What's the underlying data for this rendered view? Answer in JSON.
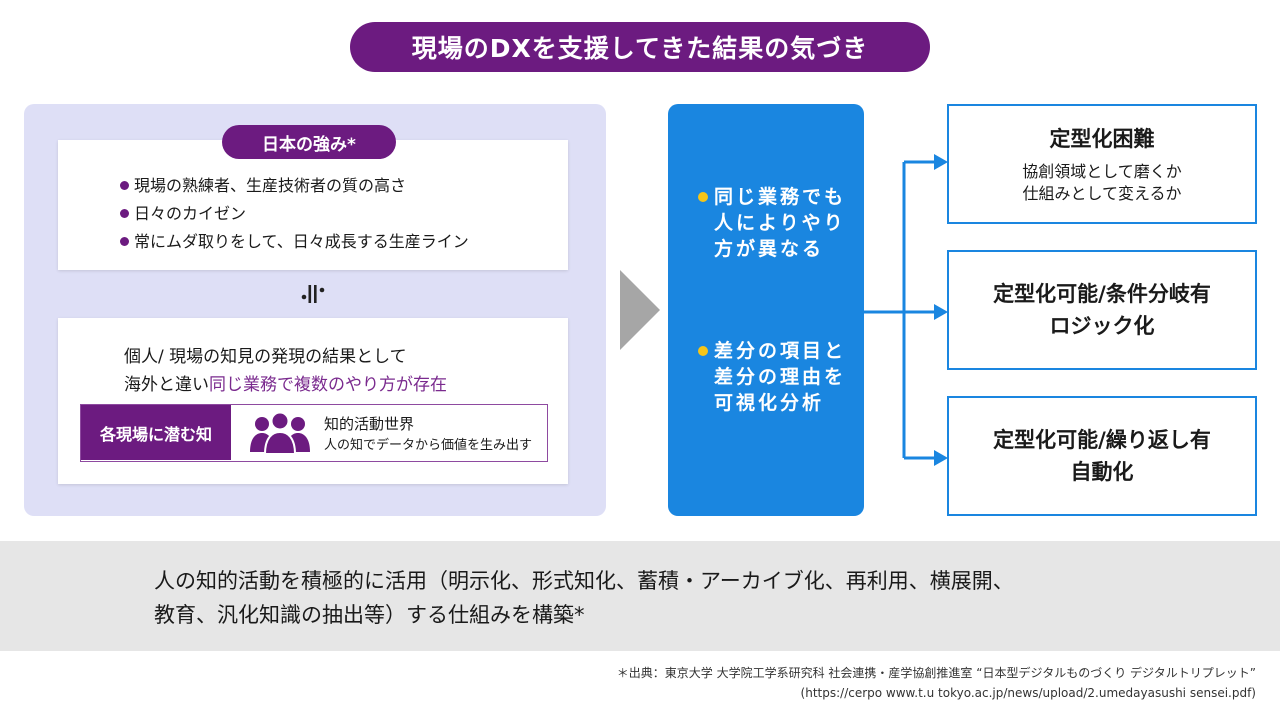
{
  "title": "現場のDXを支援してきた結果の気づき",
  "strengths": {
    "tag": "日本の強み*",
    "items": [
      "現場の熟練者、生産技術者の質の高さ",
      "日々のカイゼン",
      "常にムダ取りをして、日々成長する生産ライン"
    ]
  },
  "not_equal_symbol": "≠",
  "knowledge": {
    "line1": "個人/ 現場の知見の発現の結果として",
    "line2_prefix": "海外と違い",
    "line2_highlight": "同じ業務で複数のやり方が存在",
    "site_label": "各現場に潜む知",
    "activity_title": "知的活動世界",
    "activity_sub": "人の知でデータから価値を生み出す",
    "icon": "people-icon"
  },
  "analysis": {
    "point1": "同じ業務でも人によりやり方が異なる",
    "point2": "差分の項目と差分の理由を可視化分析"
  },
  "outcomes": [
    {
      "title": "定型化困難",
      "line1": "協創領域として磨くか",
      "line2": "仕組みとして変えるか"
    },
    {
      "title": "定型化可能/条件分岐有",
      "title2": "ロジック化"
    },
    {
      "title": "定型化可能/繰り返し有",
      "title2": "自動化"
    }
  ],
  "bottom": {
    "line1": "人の知的活動を積極的に活用（明示化、形式知化、蓄積・アーカイブ化、再利用、横展開、",
    "line2": "教育、汎化知識の抽出等）する仕組みを構築*"
  },
  "source": {
    "line1": "＊出典：東京大学 大学院工学系研究科 社会連携・産学協創推進室 “日本型デジタルものづくり デジタルトリプレット”",
    "line2": "(https://cerpo www.t.u tokyo.ac.jp/news/upload/2.umedayasushi sensei.pdf)"
  },
  "colors": {
    "purple": "#6c1b80",
    "blue": "#1a86e0",
    "panel": "#dedff6",
    "yellow_dot": "#f5c518"
  }
}
